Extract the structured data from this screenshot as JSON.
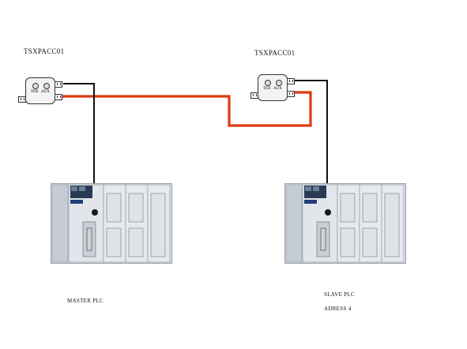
{
  "left_coupler": {
    "title": "TSXPACC01",
    "port_left": "TER",
    "port_right": "AUX"
  },
  "right_coupler": {
    "title": "TSXPACC01",
    "port_left": "TER",
    "port_right": "AUX"
  },
  "master": {
    "label": "MASTER PLC"
  },
  "slave": {
    "label_line1": "SLAVE PLC",
    "label_line2": "ADRESS 4"
  },
  "colors": {
    "bus_cable": "#e03a12",
    "link_cable": "#111111",
    "plc_body": "#d9dde3"
  }
}
